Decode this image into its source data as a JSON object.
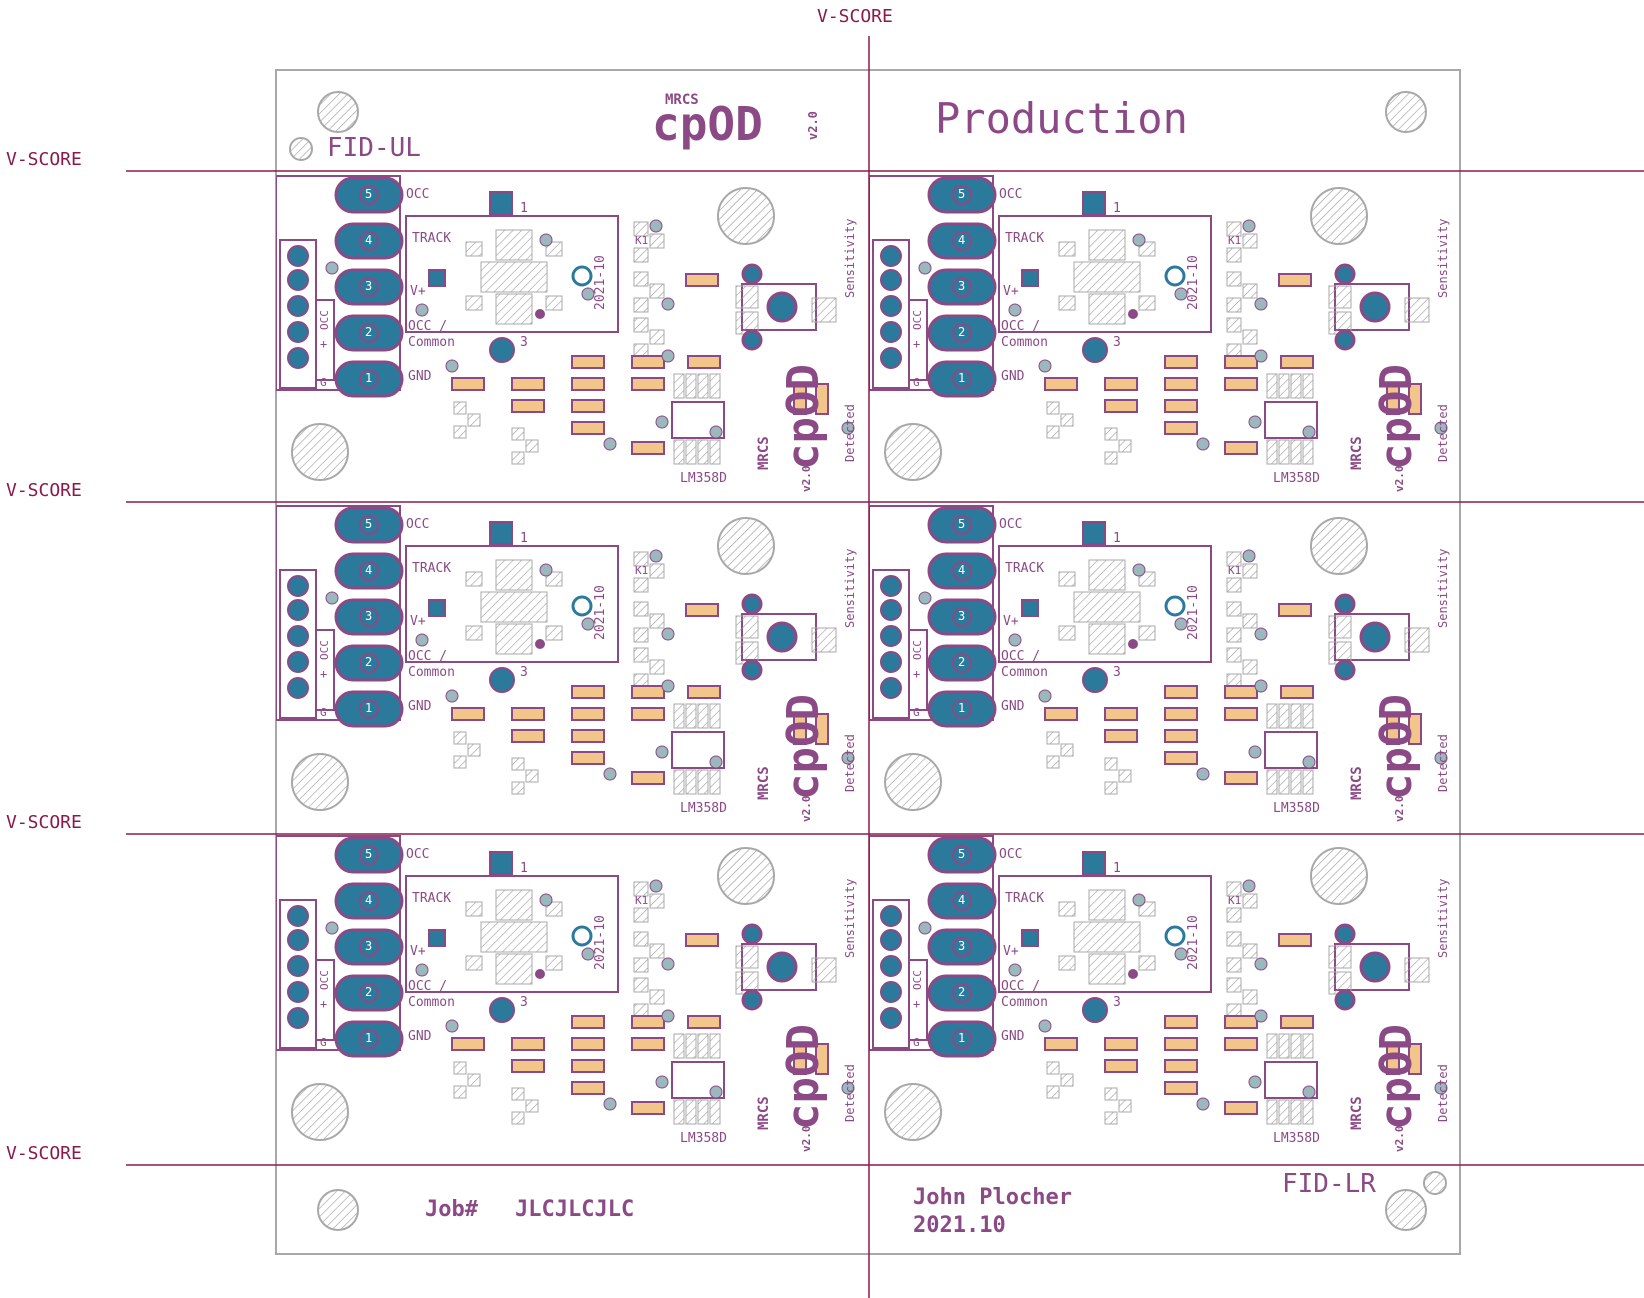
{
  "score": {
    "label": "V-SCORE"
  },
  "header": {
    "fiducial_ul": "FID-UL",
    "brand_small": "MRCS",
    "brand_big": "cpOD",
    "version": "v2.0",
    "title": "Production"
  },
  "footer": {
    "job_label": "Job#",
    "job_value": "JLCJLCJLC",
    "author": "John Plocher",
    "date": "2021.10",
    "fiducial_lr": "FID-LR"
  },
  "board": {
    "occ": "OCC",
    "track": "TRACK",
    "vplus": "V+",
    "occ2": "OCC /",
    "common": "Common",
    "gnd": "GND",
    "date_code": "2021-10",
    "sensitivity": "Sensitivity",
    "detected": "Detected",
    "ic": "LM358D",
    "brand_small": "MRCS",
    "brand_big": "cpOD",
    "version": "v2.0",
    "pin1": "1",
    "pin3": "3",
    "pads": [
      "5",
      "4",
      "3",
      "2",
      "1"
    ],
    "header_occ": "OCC",
    "header_plus": "+",
    "header_g": "G",
    "k1": "K1"
  },
  "colors": {
    "silk": "#8b4a86",
    "pad": "#2b7a9c",
    "smd": "#f2c58a",
    "outline": "#a8a8a8",
    "score": "#8b1a4a"
  }
}
